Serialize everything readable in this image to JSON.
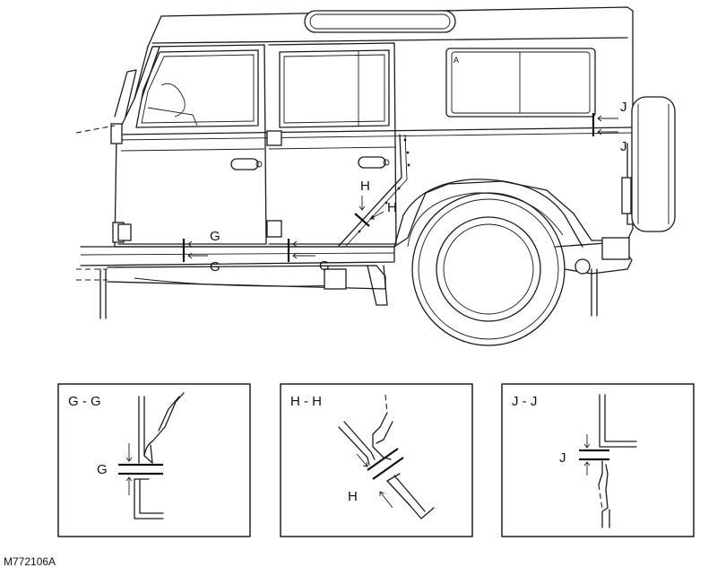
{
  "callouts": {
    "g_upper": "G",
    "g_lower": "G",
    "h_upper": "H",
    "h_lower": "H",
    "j_upper": "J",
    "j_lower": "J"
  },
  "details": [
    {
      "title": "G - G",
      "label": "G"
    },
    {
      "title": "H - H",
      "label": "H"
    },
    {
      "title": "J - J",
      "label": "J"
    }
  ],
  "figure_id": "M772106A",
  "window_marker": "A"
}
